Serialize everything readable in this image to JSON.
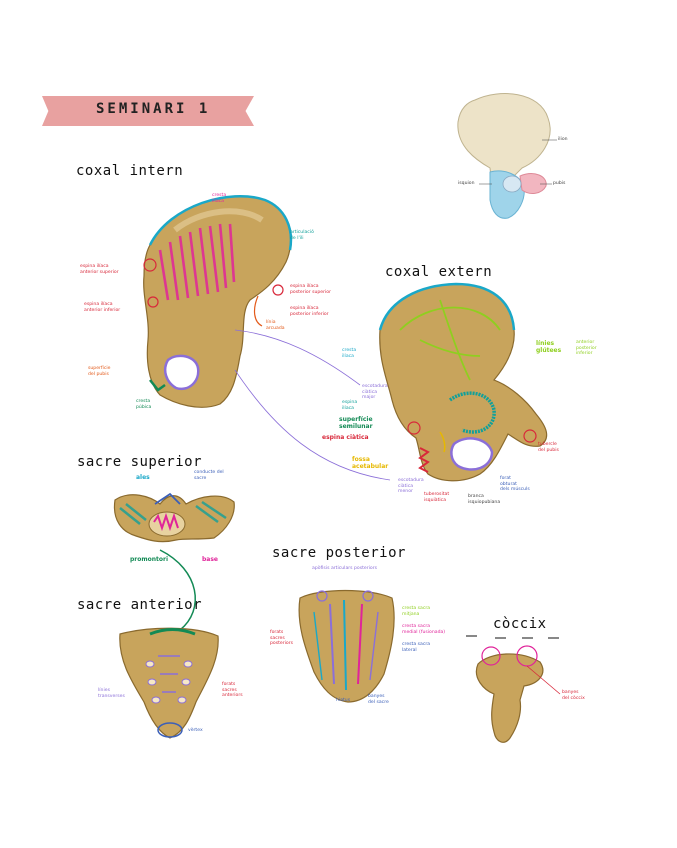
{
  "title": "SEMINARI 1",
  "sections": {
    "coxal_intern": "coxal intern",
    "coxal_extern": "coxal extern",
    "sacre_superior": "sacre superior",
    "sacre_anterior": "sacre anterior",
    "sacre_posterior": "sacre posterior",
    "coccix": "còccix"
  },
  "hip_overview": {
    "ilion": "ilion",
    "isquion": "isquion",
    "pubis": "pubis"
  },
  "coxal_intern_labels": {
    "cresta_iliaca": "cresta\nilíaca",
    "articulacio_ilio": "articulació\nde l'ili",
    "espina_ant_sup": "espina ilíaca\nanterior superior",
    "espina_ant_inf": "espina ilíaca\nanterior inferior",
    "espina_post_sup": "espina ilíaca\nposterior superior",
    "espina_post_inf": "espina ilíaca\nposterior inferior",
    "linia_arcuada": "línia\narcuada",
    "superficie_pubis": "superfície\ndel pubis",
    "cresta_pubica": "cresta\npúbica"
  },
  "coxal_extern_labels": {
    "cresta_iliaca": "cresta\nilíaca",
    "linies_glutees": "línies\nglútees",
    "linies_detail": "anterior\nposterior\ninferior",
    "escotadura_ciatica_major": "escotadura\nciàtica\nmajor",
    "espina_iliaca": "espina\nilíaca",
    "superficie_semilunar": "superfície\nsemilunar",
    "espina_ciatica": "espina ciàtica",
    "fossa_acetabular": "fossa\nacetabular",
    "escotadura_ciatica_menor": "escotadura\nciàtica\nmenor",
    "tuberositat_isquiatica": "tuberositat\nisquiàtica",
    "branca_isquiopubiana": "branca\nisquiopubiana",
    "forat_obturat": "forat\nobturat\ndels músculs",
    "tuberculum_pubis": "tubercle\ndel pubis"
  },
  "sacre_superior_labels": {
    "ales": "ales",
    "conducte_sacre": "conducte del\nsacre",
    "promontori": "promontori",
    "base": "base"
  },
  "sacre_anterior_labels": {
    "linies_transverses": "línies\ntransverses",
    "forats_sacres_anteriors": "forats\nsacres\nanteriors",
    "vertex": "vèrtex"
  },
  "sacre_posterior_labels": {
    "apofisis_articulars": "apòfisis articulars posteriors",
    "forats_sacres_posteriors": "forats\nsacres\nposteriors",
    "cresta_sacra_mitja": "cresta sacra\nmitjana",
    "cresta_sacra_medial": "cresta sacra\nmedial (fusionada)",
    "cresta_sacra_lateral": "cresta sacra\nlateral",
    "hiatus": "hiatus",
    "banyes_sacre": "banyes\ndel sacre"
  },
  "coccix_labels": {
    "banyes_coccix": "banyes\ndel còccix"
  },
  "colors": {
    "bone": "#c8a45c",
    "bone_dark": "#8a6a2e",
    "bone_light": "#e8d2a0",
    "pink": "#e0249a",
    "purple": "#8b6fd8",
    "cyan": "#1aa8c8",
    "banner": "#e8a1a0"
  }
}
